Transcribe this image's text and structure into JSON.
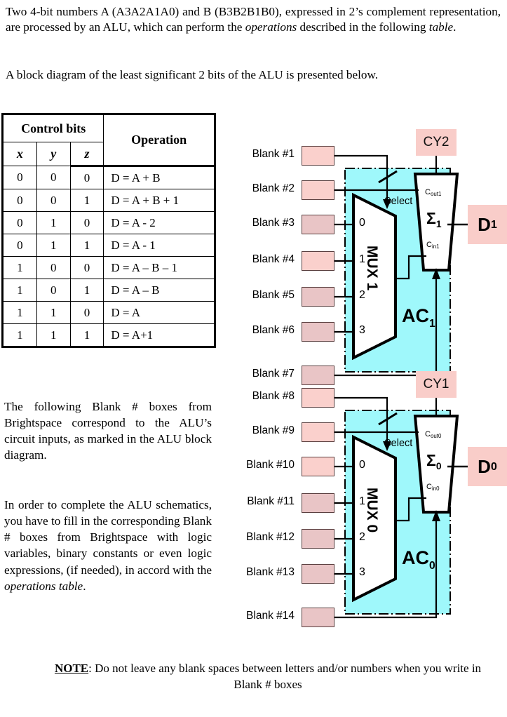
{
  "intro": {
    "p1_a": "Two 4-bit numbers A (A3A2A1A0) and B (B3B2B1B0), expressed in 2’s complement representation, are processed by an ALU, which can perform the ",
    "p1_italic1": "operations",
    "p1_b": " described in the following ",
    "p1_italic2": "table",
    "p1_c": ".",
    "p2": "A block diagram of the least significant 2 bits of the ALU is presented below."
  },
  "table": {
    "header_control": "Control bits",
    "header_operation": "Operation",
    "sub_x": "x",
    "sub_y": "y",
    "sub_z": "z",
    "rows": [
      {
        "x": "0",
        "y": "0",
        "z": "0",
        "op": "D = A + B"
      },
      {
        "x": "0",
        "y": "0",
        "z": "1",
        "op": "D = A + B + 1"
      },
      {
        "x": "0",
        "y": "1",
        "z": "0",
        "op": "D = A - 2"
      },
      {
        "x": "0",
        "y": "1",
        "z": "1",
        "op": "D = A - 1"
      },
      {
        "x": "1",
        "y": "0",
        "z": "0",
        "op": "D = A – B – 1"
      },
      {
        "x": "1",
        "y": "0",
        "z": "1",
        "op": "D = A – B"
      },
      {
        "x": "1",
        "y": "1",
        "z": "0",
        "op": "D = A"
      },
      {
        "x": "1",
        "y": "1",
        "z": "1",
        "op": "D = A+1"
      }
    ]
  },
  "body": {
    "para1": "The following Blank # boxes from Brightspace correspond to the ALU’s circuit inputs, as marked in the ALU block diagram.",
    "para2_a": "In order to complete the ALU schematics, you have to fill in the corresponding Blank # boxes from Brightspace with logic variables, binary constants or even logic expressions, (if needed), in accord with the ",
    "para2_italic": "operations table",
    "para2_b": "."
  },
  "note": {
    "label": "NOTE",
    "colon": ":",
    "text": "Do not leave any blank spaces between letters and/or numbers when you write in Blank # boxes"
  },
  "diagram": {
    "blanks": [
      {
        "label": "Blank #1",
        "value": ""
      },
      {
        "label": "Blank #2",
        "value": ""
      },
      {
        "label": "Blank #3",
        "value": ""
      },
      {
        "label": "Blank #4",
        "value": ""
      },
      {
        "label": "Blank #5",
        "value": ""
      },
      {
        "label": "Blank #6",
        "value": ""
      },
      {
        "label": "Blank #7",
        "value": ""
      },
      {
        "label": "Blank #8",
        "value": ""
      },
      {
        "label": "Blank #9",
        "value": ""
      },
      {
        "label": "Blank #10",
        "value": ""
      },
      {
        "label": "Blank #11",
        "value": ""
      },
      {
        "label": "Blank #12",
        "value": ""
      },
      {
        "label": "Blank #13",
        "value": ""
      },
      {
        "label": "Blank #14",
        "value": ""
      }
    ],
    "carry_in_top": "CY2",
    "carry_in_bottom": "CY1",
    "output_top": "D",
    "output_top_sub": "1",
    "output_bottom": "D",
    "output_bottom_sub": "0",
    "mux_top": "MUX 1",
    "mux_bottom": "MUX 0",
    "select_label": "Select",
    "mux_ports": [
      "0",
      "1",
      "2",
      "3"
    ],
    "adder_top": "Σ",
    "adder_top_sub": "1",
    "adder_bottom": "Σ",
    "adder_bottom_sub": "0",
    "cout_top": "C",
    "cout_top_sub": "out1",
    "cin_top": "C",
    "cin_top_sub": "in1",
    "cout_bottom": "C",
    "cout_bottom_sub": "out0",
    "cin_bottom": "C",
    "cin_bottom_sub": "in0",
    "cell_top": "AC",
    "cell_top_sub": "1",
    "cell_bottom": "AC",
    "cell_bottom_sub": "0",
    "colors": {
      "pink": "#f9cdc9",
      "pink_dim": "#e9c5c6",
      "cyan": "#9ff8fb",
      "wire": "#000000"
    }
  }
}
